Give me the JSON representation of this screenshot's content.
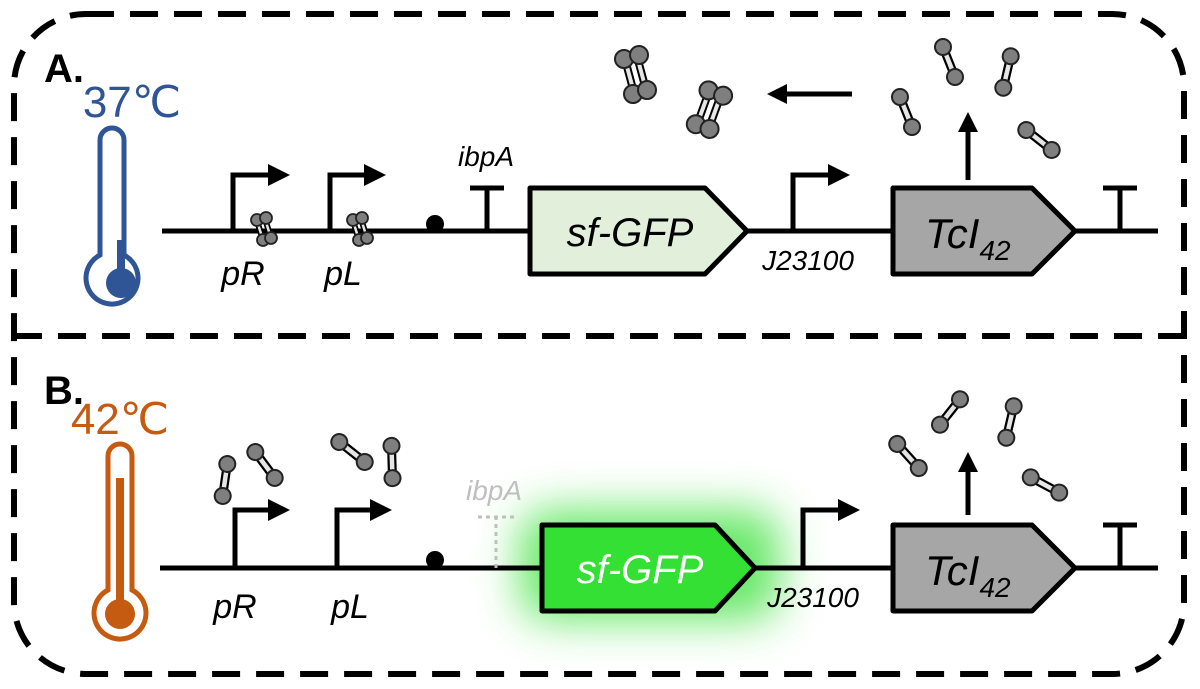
{
  "panels": [
    {
      "letter": "A.",
      "temperature": "37℃",
      "temp_color": "#2f5597",
      "promoters": [
        "pR",
        "pL"
      ],
      "terminator_label": "ibpA",
      "reporter": "sf-GFP",
      "reporter_color": "#e2efda",
      "constitutive_promoter": "J23100",
      "repressor": "TcI",
      "repressor_sub": "42",
      "repressor_color": "#a6a6a6"
    },
    {
      "letter": "B.",
      "temperature": "42℃",
      "temp_color": "#c55a11",
      "promoters": [
        "pR",
        "pL"
      ],
      "terminator_label": "ibpA",
      "reporter": "sf-GFP",
      "reporter_color": "#33e033",
      "constitutive_promoter": "J23100",
      "repressor": "TcI",
      "repressor_sub": "42",
      "repressor_color": "#a6a6a6"
    }
  ],
  "colors": {
    "protein_fill": "#7f7f7f",
    "glow": "#33e033",
    "faded": "#bfbfbf"
  }
}
